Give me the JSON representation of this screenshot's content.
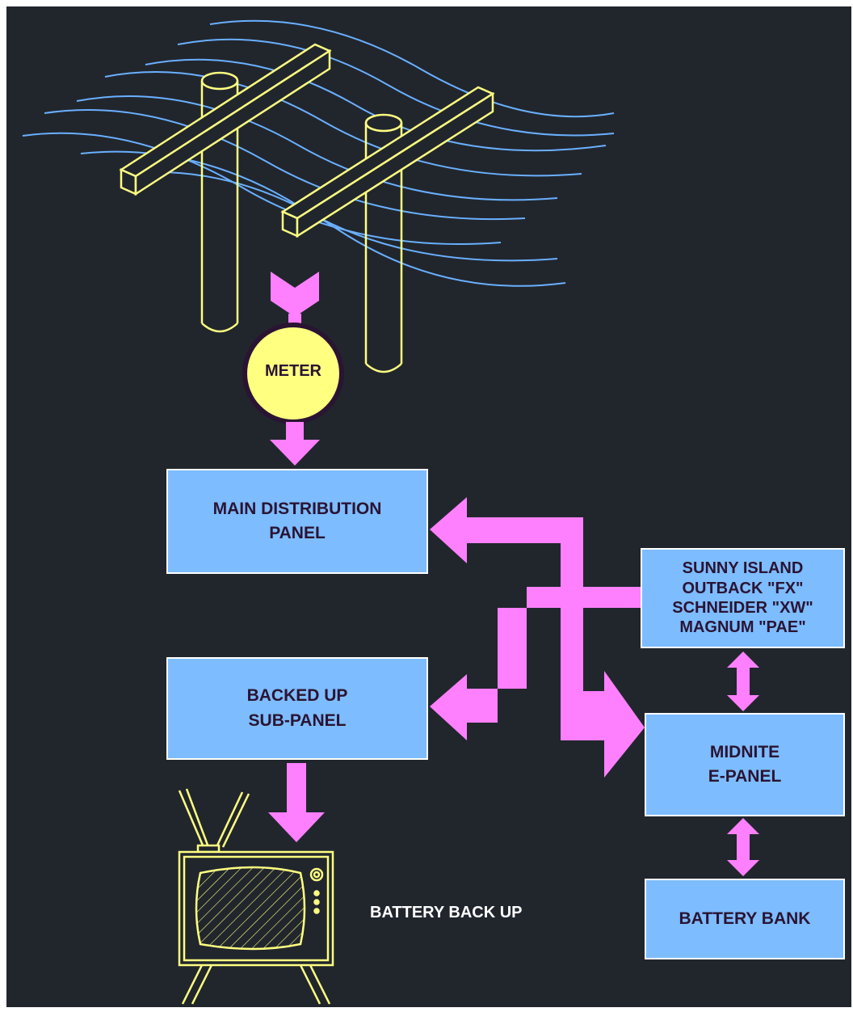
{
  "diagram": {
    "meter": {
      "label": "METER"
    },
    "main_panel": {
      "line1": "MAIN DISTRIBUTION",
      "line2": "PANEL"
    },
    "sub_panel": {
      "line1": "BACKED UP",
      "line2": "SUB-PANEL"
    },
    "inverters": {
      "line1": "SUNNY ISLAND",
      "line2": "OUTBACK \"FX\"",
      "line3": "SCHNEIDER \"XW\"",
      "line4": "MAGNUM \"PAE\""
    },
    "epanel": {
      "line1": "MIDNITE",
      "line2": "E-PANEL"
    },
    "battery_bank": {
      "label": "BATTERY BANK"
    },
    "footer": {
      "label": "BATTERY BACK UP"
    }
  },
  "colors": {
    "background": "#21262d",
    "box_fill": "#7dbcff",
    "box_text": "#2a1433",
    "arrow": "#ff80ff",
    "pole": "#ffff80",
    "wire": "#6ab0ff",
    "label": "#ffffff"
  },
  "icons": [
    "utility-pole-icon",
    "power-line-icon",
    "meter-icon",
    "television-icon"
  ]
}
